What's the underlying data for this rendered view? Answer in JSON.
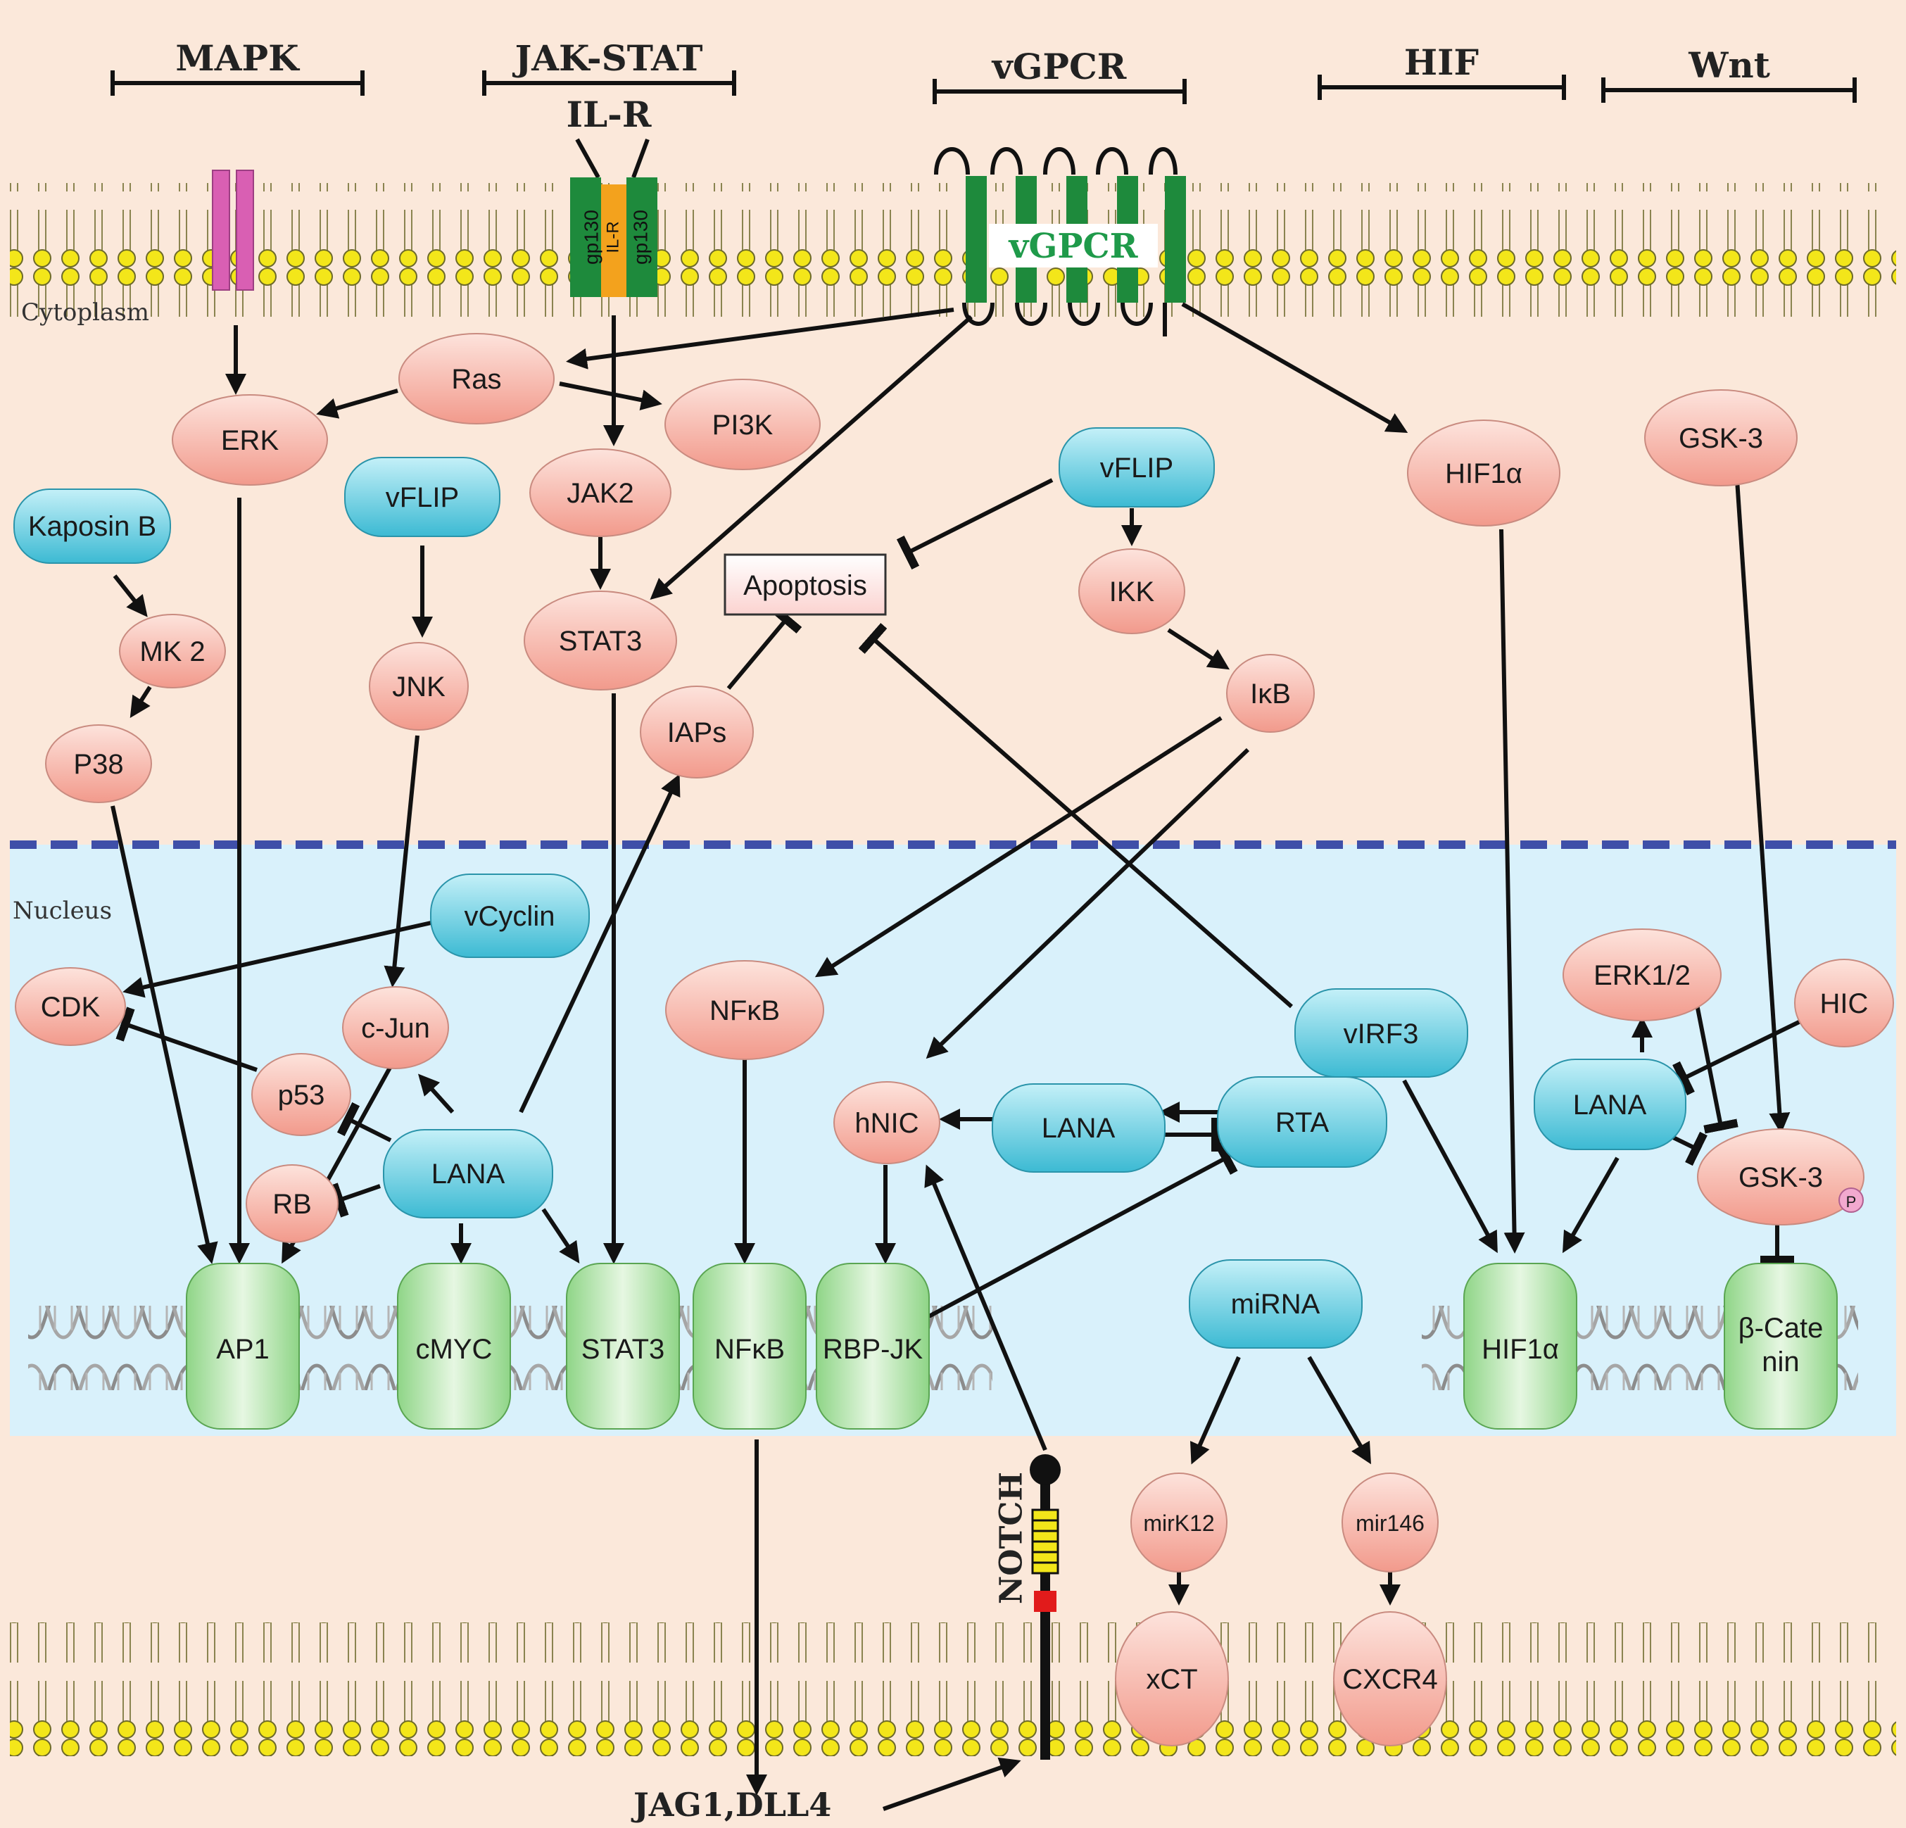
{
  "colors": {
    "cytoplasm_bg": "#fbe8da",
    "nucleus_bg": "#d9f1fb",
    "protein_salmon": "#f6b2a6",
    "protein_cyan": "#5cc8dc",
    "gene_green": "#a8dea0",
    "membrane_head": "#f3e61a",
    "divider_blue": "#3f4fa8",
    "gp130_green": "#1e8a3c",
    "il_r_orange": "#f3a21d",
    "receptor_pink": "#d95fb3",
    "notch_yellow": "#f3e61a",
    "notch_red": "#e11b1b"
  },
  "headers": {
    "mapk": "MAPK",
    "jak_stat": "JAK-STAT",
    "il_r": "IL-R",
    "vgpcr": "vGPCR",
    "hif": "HIF",
    "wnt": "Wnt"
  },
  "regions": {
    "cytoplasm": "Cytoplasm",
    "nucleus": "Nucleus"
  },
  "receptors": {
    "gp130_left": "gp130",
    "il_r": "IL-R",
    "gp130_right": "gp130",
    "vgpcr": "vGPCR",
    "notch": "NOTCH",
    "phospho": "P"
  },
  "nodes": {
    "ras": "Ras",
    "erk": "ERK",
    "pi3k": "PI3K",
    "kaposin_b": "Kaposin B",
    "mk2": "MK 2",
    "p38": "P38",
    "vflip_left": "vFLIP",
    "jnk": "JNK",
    "jak2": "JAK2",
    "stat3_cyto": "STAT3",
    "apoptosis": "Apoptosis",
    "iaps": "IAPs",
    "vflip_right": "vFLIP",
    "ikk": "IKK",
    "ikb": "IκB",
    "hif1a_cyto": "HIF1α",
    "gsk3_cyto": "GSK-3",
    "vcyclin": "vCyclin",
    "cdk": "CDK",
    "cjun": "c-Jun",
    "p53": "p53",
    "rb": "RB",
    "lana_left": "LANA",
    "nfkb": "NFκB",
    "hnic": "hNIC",
    "lana_mid": "LANA",
    "rta": "RTA",
    "virf3": "vIRF3",
    "erk12": "ERK1/2",
    "hic": "HIC",
    "lana_right": "LANA",
    "gsk3_nuc": "GSK-3",
    "mirna": "miRNA",
    "mirk12": "mirK12",
    "mir146": "mir146",
    "xct": "xCT",
    "cxcr4": "CXCR4"
  },
  "genes": {
    "ap1": "AP1",
    "cmyc": "cMYC",
    "stat3": "STAT3",
    "nfkb": "NFκB",
    "rbpjk": "RBP-JK",
    "hif1a": "HIF1α",
    "bcatenin_line1": "β-Cate",
    "bcatenin_line2": "nin"
  },
  "ligands": "JAG1,DLL4"
}
